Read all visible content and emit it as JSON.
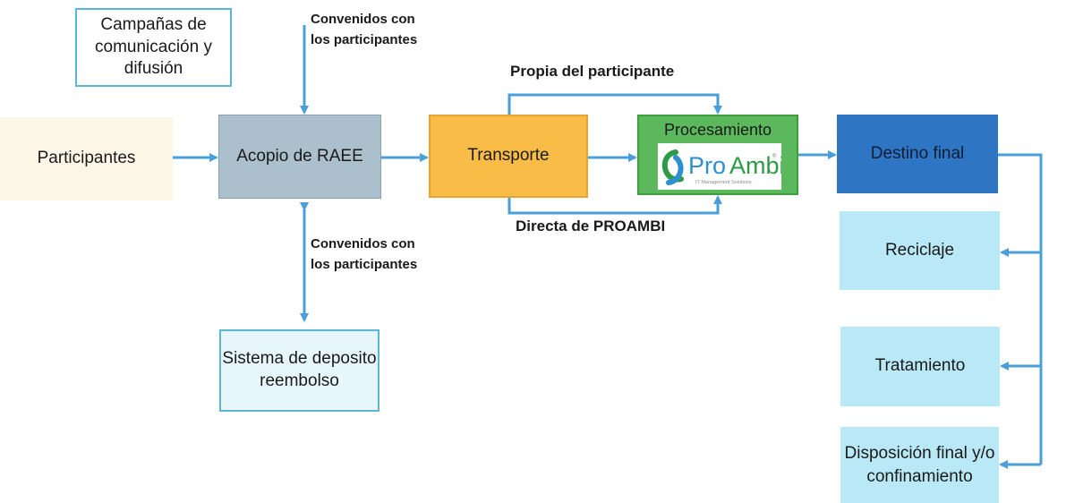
{
  "boxes": {
    "campanas": "Campañas de comunicación y difusión",
    "participantes": "Participantes",
    "acopio": "Acopio de RAEE",
    "sistema": "Sistema de deposito reembolso",
    "transporte": "Transporte",
    "procesamiento": "Procesamiento",
    "destino": "Destino final",
    "reciclaje": "Reciclaje",
    "tratamiento": "Tratamiento",
    "disposicion": "Disposición final y/o confinamiento"
  },
  "labels": {
    "convenidos_top": "Convenidos con los participantes",
    "convenidos_bottom": "Convenidos con los participantes",
    "propia": "Propia del participante",
    "directa": "Directa de PROAMBI"
  },
  "logo": {
    "brand": "ProAmbi",
    "tagline": "IT Management Solutions"
  },
  "colors": {
    "arrow": "#4a9fd8",
    "participantes": "#fbf6e6",
    "acopio": "#acbfcd",
    "transporte": "#f9bc46",
    "procesamiento": "#5cb85c",
    "destino": "#2e75c4",
    "outcome": "#b9e9f6",
    "logo_green": "#2d9a45",
    "logo_blue": "#2c8fd0"
  }
}
